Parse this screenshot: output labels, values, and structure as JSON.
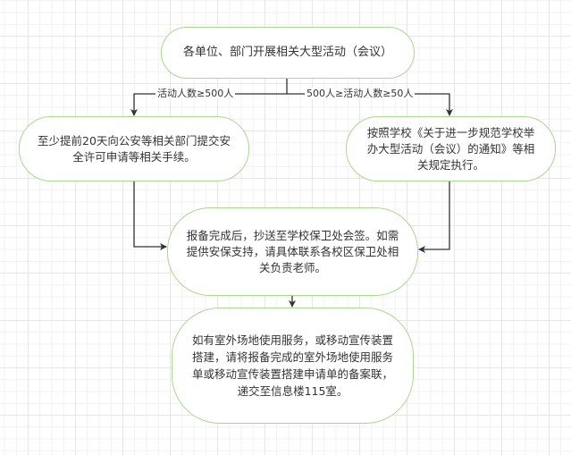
{
  "diagram": {
    "type": "flowchart",
    "colors": {
      "node_border": "#a9d88e",
      "node_fill": "#ffffff",
      "edge": "#333333",
      "text": "#333333",
      "grid": "#e6e6e6"
    },
    "nodes": {
      "start": "各单位、部门开展相关大型活动（会议）",
      "left": "至少提前20天向公安等相关部门提交安全许可申请等相关手续。",
      "right": "按照学校《关于进一步规范学校举办大型活动（会议）的通知》等相关规定执行。",
      "mid": "报备完成后，抄送至学校保卫处会签。如需提供安保支持，请具体联系各校区保卫处相关负责老师。",
      "end": "如有室外场地使用服务，或移动宣传装置搭建，请将报备完成的室外场地使用服务单或移动宣传装置搭建申请单的备案联，递交至信息楼115室。"
    },
    "edges": [
      {
        "from": "start",
        "to": "left",
        "label": "活动人数≥500人"
      },
      {
        "from": "start",
        "to": "right",
        "label": "500人≥活动人数≥50人"
      },
      {
        "from": "left",
        "to": "mid",
        "label": ""
      },
      {
        "from": "right",
        "to": "mid",
        "label": ""
      },
      {
        "from": "mid",
        "to": "end",
        "label": ""
      }
    ]
  }
}
